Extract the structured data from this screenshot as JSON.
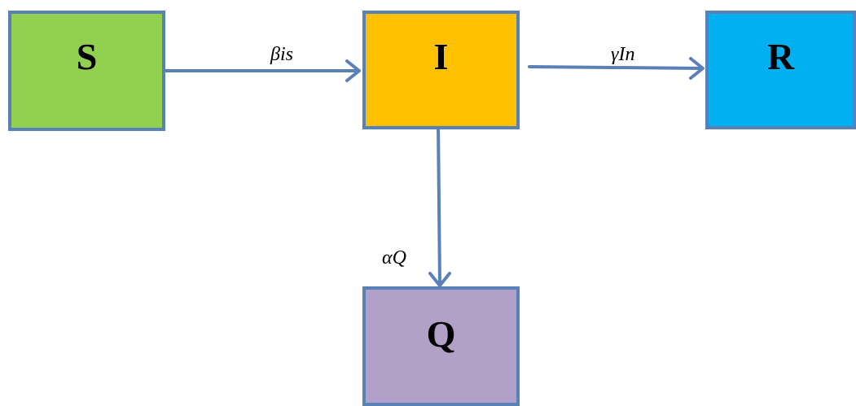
{
  "compartments": {
    "s": {
      "label": "S",
      "fill": "#92d050"
    },
    "i": {
      "label": "I",
      "fill": "#ffc000"
    },
    "r": {
      "label": "R",
      "fill": "#00b0f0"
    },
    "q": {
      "label": "Q",
      "fill": "#b1a0c7"
    }
  },
  "transitions": {
    "s_to_i": {
      "rate": "βis"
    },
    "i_to_r": {
      "rate": "γIn"
    },
    "i_to_q": {
      "rate": "αQ"
    }
  },
  "colors": {
    "box_border": "#5a80b8",
    "arrow": "#5a80b8"
  }
}
